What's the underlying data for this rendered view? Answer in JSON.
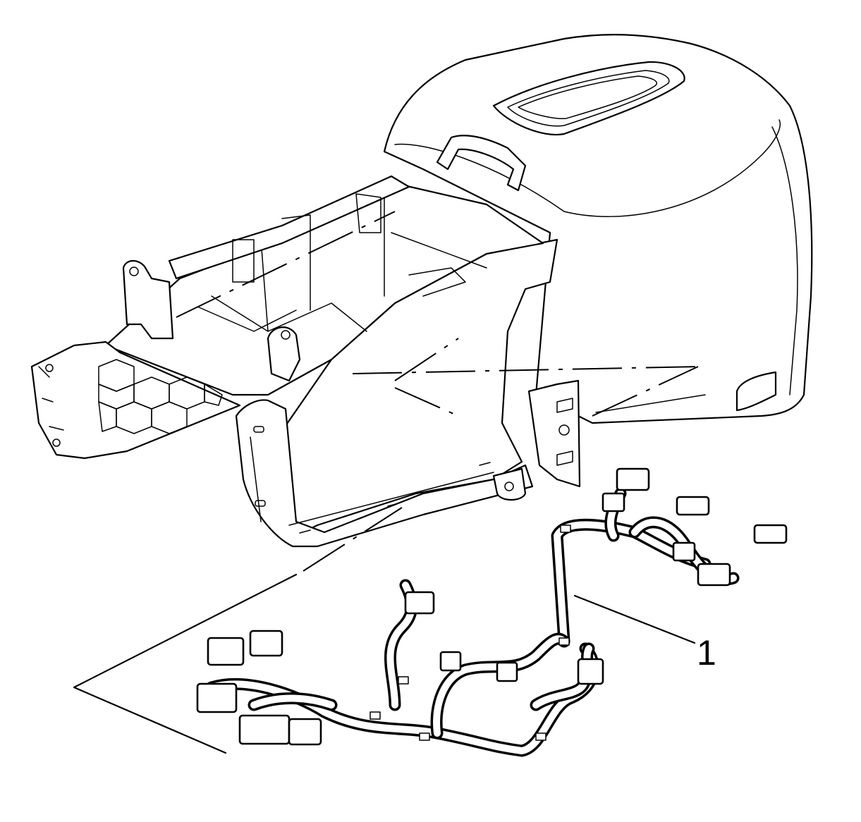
{
  "diagram": {
    "callouts": [
      {
        "id": "1",
        "label": "1"
      }
    ],
    "colors": {
      "line": "#000000",
      "background": "#ffffff"
    },
    "parts": [
      "console-assembly",
      "wiring-harness"
    ]
  }
}
